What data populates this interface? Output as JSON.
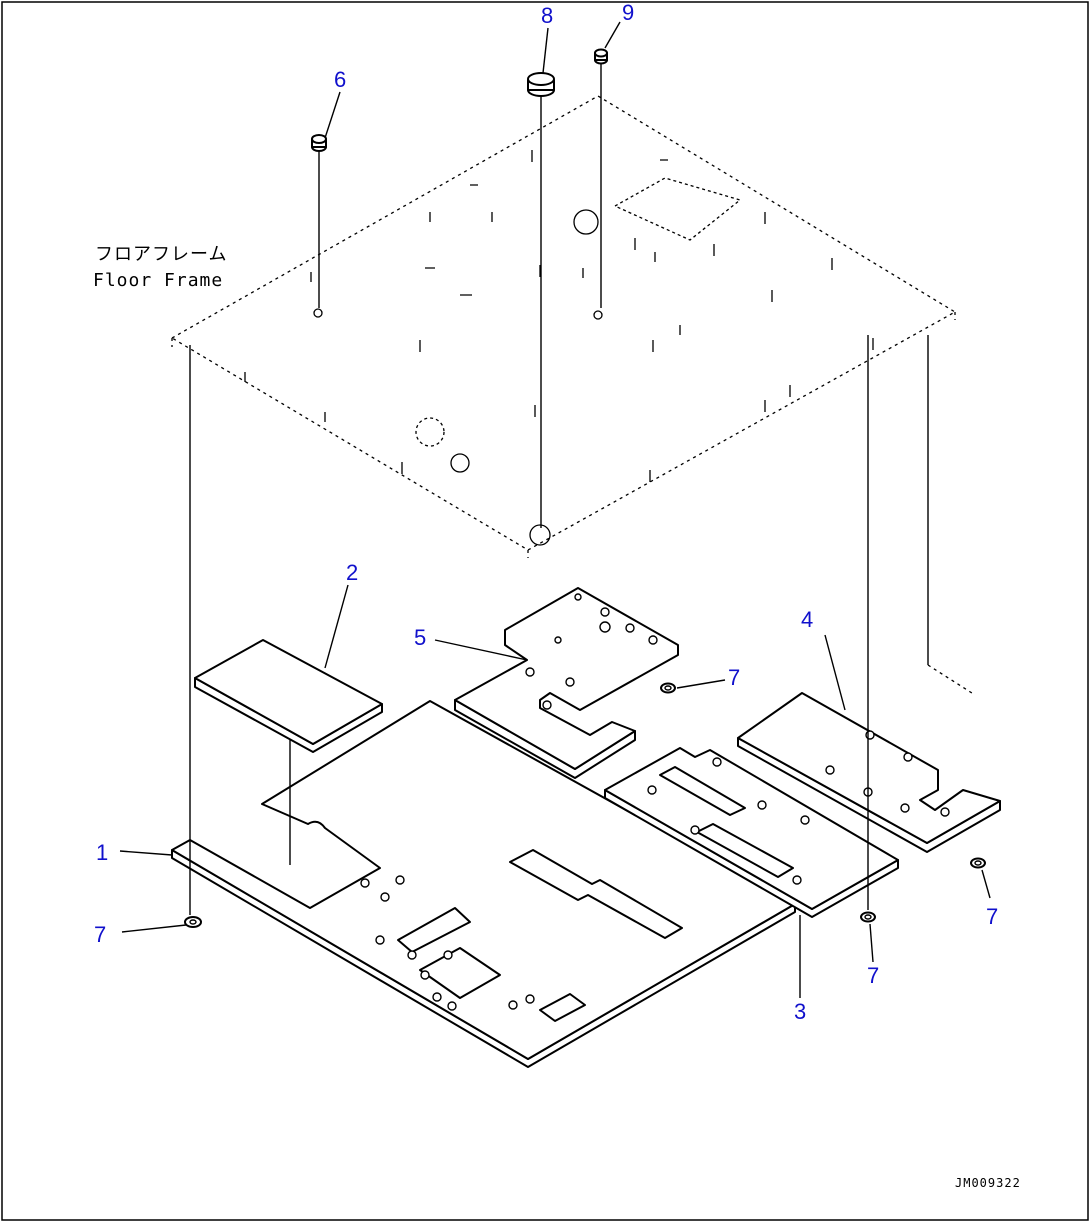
{
  "diagram": {
    "frame_label_jp": "フロアフレーム",
    "frame_label_en": "Floor Frame",
    "drawing_number": "JM009322",
    "callouts": {
      "c1": "1",
      "c2": "2",
      "c3": "3",
      "c4": "4",
      "c5": "5",
      "c6": "6",
      "c7a": "7",
      "c7b": "7",
      "c7c": "7",
      "c7d": "7",
      "c8": "8",
      "c9": "9"
    }
  }
}
